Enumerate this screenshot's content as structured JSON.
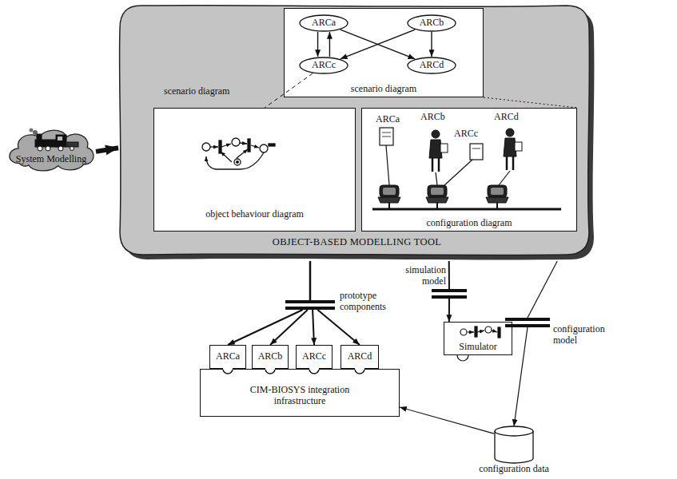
{
  "diagram": {
    "nodes": [
      {
        "text": [
          "System Modelling"
        ]
      },
      {
        "text": [
          "OBJECT-BASED MODELLING TOOL"
        ]
      },
      {
        "text": [
          "scenario diagram"
        ],
        "in": 1
      },
      {
        "text": [
          "ARCa"
        ],
        "in": 2
      },
      {
        "text": [
          "ARCb"
        ],
        "in": 2
      },
      {
        "text": [
          "ARCc"
        ],
        "in": 2
      },
      {
        "text": [
          "ARCd"
        ],
        "in": 2
      },
      {
        "text": [
          "object behaviour diagram"
        ],
        "in": 1
      },
      {
        "text": [
          "configuration diagram"
        ],
        "in": 1
      },
      {
        "text": [
          "simulation model"
        ]
      },
      {
        "text": [
          "prototype components"
        ]
      },
      {
        "text": [
          "Simulator"
        ]
      },
      {
        "text": [
          "configuration model"
        ]
      },
      {
        "text": [
          "ARCa"
        ]
      },
      {
        "text": [
          "ARCb"
        ]
      },
      {
        "text": [
          "ARCc"
        ]
      },
      {
        "text": [
          "ARCd"
        ]
      },
      {
        "text": [
          "CIM-BIOSYS integration infrastructure"
        ]
      },
      {
        "text": [
          "configuration data"
        ]
      }
    ],
    "edges": [
      {
        "from": 0,
        "to": 1,
        "arrow": "to"
      },
      {
        "from": 3,
        "to": 5,
        "arrow": "to"
      },
      {
        "from": 5,
        "to": 3,
        "arrow": "to"
      },
      {
        "from": 3,
        "to": 6,
        "arrow": "to"
      },
      {
        "from": 4,
        "to": 5,
        "arrow": "to"
      },
      {
        "from": 4,
        "to": 6,
        "arrow": "to"
      },
      {
        "from": 5,
        "to": 7,
        "arrow": "none"
      },
      {
        "from": 2,
        "to": 8,
        "arrow": "none"
      },
      {
        "from": 1,
        "to": 9,
        "arrow": "none"
      },
      {
        "from": 9,
        "to": 11,
        "arrow": "to"
      },
      {
        "from": 1,
        "to": 10,
        "arrow": "none"
      },
      {
        "from": 10,
        "to": 13,
        "arrow": "to"
      },
      {
        "from": 10,
        "to": 14,
        "arrow": "to"
      },
      {
        "from": 10,
        "to": 15,
        "arrow": "to"
      },
      {
        "from": 10,
        "to": 16,
        "arrow": "to"
      },
      {
        "from": 1,
        "to": 12,
        "arrow": "none"
      },
      {
        "from": 12,
        "to": 18,
        "arrow": "to"
      },
      {
        "from": 18,
        "to": 17,
        "arrow": "to"
      }
    ],
    "labels": [
      "scenario diagram",
      "ARCa",
      "ARCb",
      "ARCc",
      "ARCd"
    ]
  }
}
